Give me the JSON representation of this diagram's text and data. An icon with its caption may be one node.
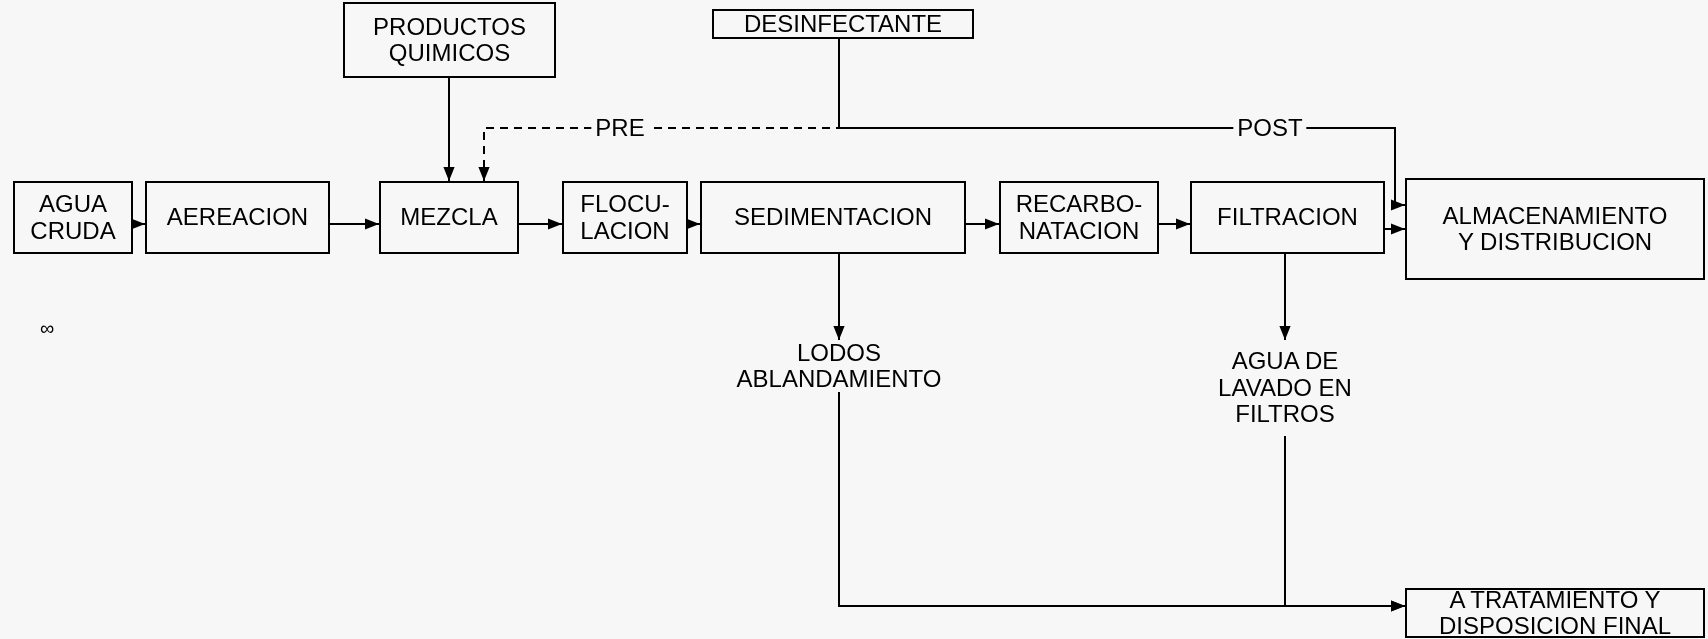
{
  "diagram": {
    "nodes": [
      {
        "text": [
          "PRODUCTOS QUIMICOS"
        ]
      },
      {
        "text": [
          "DESINFECTANTE"
        ]
      },
      {
        "text": [
          "AGUA CRUDA"
        ]
      },
      {
        "text": [
          "AEREACION"
        ]
      },
      {
        "text": [
          "MEZCLA"
        ]
      },
      {
        "text": [
          "FLOCU- LACION"
        ]
      },
      {
        "text": [
          "SEDIMENTACION"
        ]
      },
      {
        "text": [
          "RECARBO- NATACION"
        ]
      },
      {
        "text": [
          "FILTRACION"
        ]
      },
      {
        "text": [
          "ALMACENAMIENTO Y DISTRIBUCION"
        ]
      },
      {
        "text": [
          "LODOS ABLANDAMIENTO"
        ]
      },
      {
        "text": [
          "AGUA DE LAVADO EN FILTROS"
        ]
      },
      {
        "text": [
          "A TRATAMIENTO Y DISPOSICION FINAL"
        ]
      }
    ],
    "edges": [
      {
        "from": 1,
        "to": 4,
        "arrow": "to",
        "label": "PRE",
        "style": "dashed"
      },
      {
        "from": 1,
        "to": 9,
        "arrow": "to",
        "label": "POST"
      },
      {
        "from": 0,
        "to": 4,
        "arrow": "to"
      },
      {
        "from": 2,
        "to": 3,
        "arrow": "to"
      },
      {
        "from": 3,
        "to": 4,
        "arrow": "to"
      },
      {
        "from": 4,
        "to": 5,
        "arrow": "to"
      },
      {
        "from": 5,
        "to": 6,
        "arrow": "to"
      },
      {
        "from": 6,
        "to": 7,
        "arrow": "to"
      },
      {
        "from": 7,
        "to": 8,
        "arrow": "to"
      },
      {
        "from": 8,
        "to": 9,
        "arrow": "to"
      },
      {
        "from": 6,
        "to": 10,
        "arrow": "to"
      },
      {
        "from": 8,
        "to": 11,
        "arrow": "to"
      },
      {
        "from": 10,
        "to": 12,
        "arrow": "to"
      },
      {
        "from": 11,
        "to": 12,
        "arrow": "to"
      }
    ],
    "labels": [
      "∞"
    ]
  }
}
